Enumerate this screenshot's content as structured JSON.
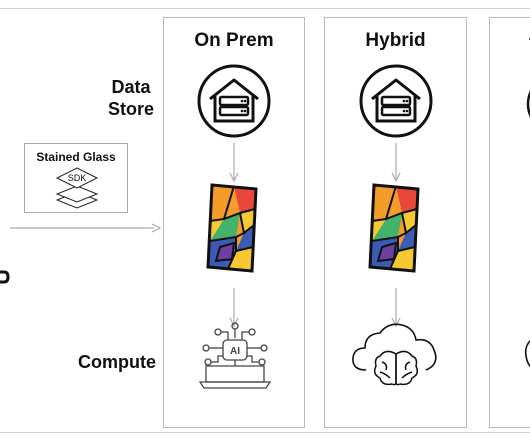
{
  "columns": [
    {
      "title": "On Prem"
    },
    {
      "title": "Hybrid"
    }
  ],
  "row_labels": {
    "data_store": "Data\nStore",
    "compute": "Compute"
  },
  "sdk_box": {
    "title": "Stained Glass",
    "badge": "SDK"
  },
  "ai_chip_label": "AI",
  "colors": {
    "glass_orange": "#f39c2a",
    "glass_red": "#e8473a",
    "glass_yellow": "#f6c933",
    "glass_green": "#43b36b",
    "glass_blue": "#3b5bb5",
    "glass_purple": "#6d3fa0",
    "arrow_gray": "#aaaaaa",
    "border_gray": "#b9b9b9"
  }
}
